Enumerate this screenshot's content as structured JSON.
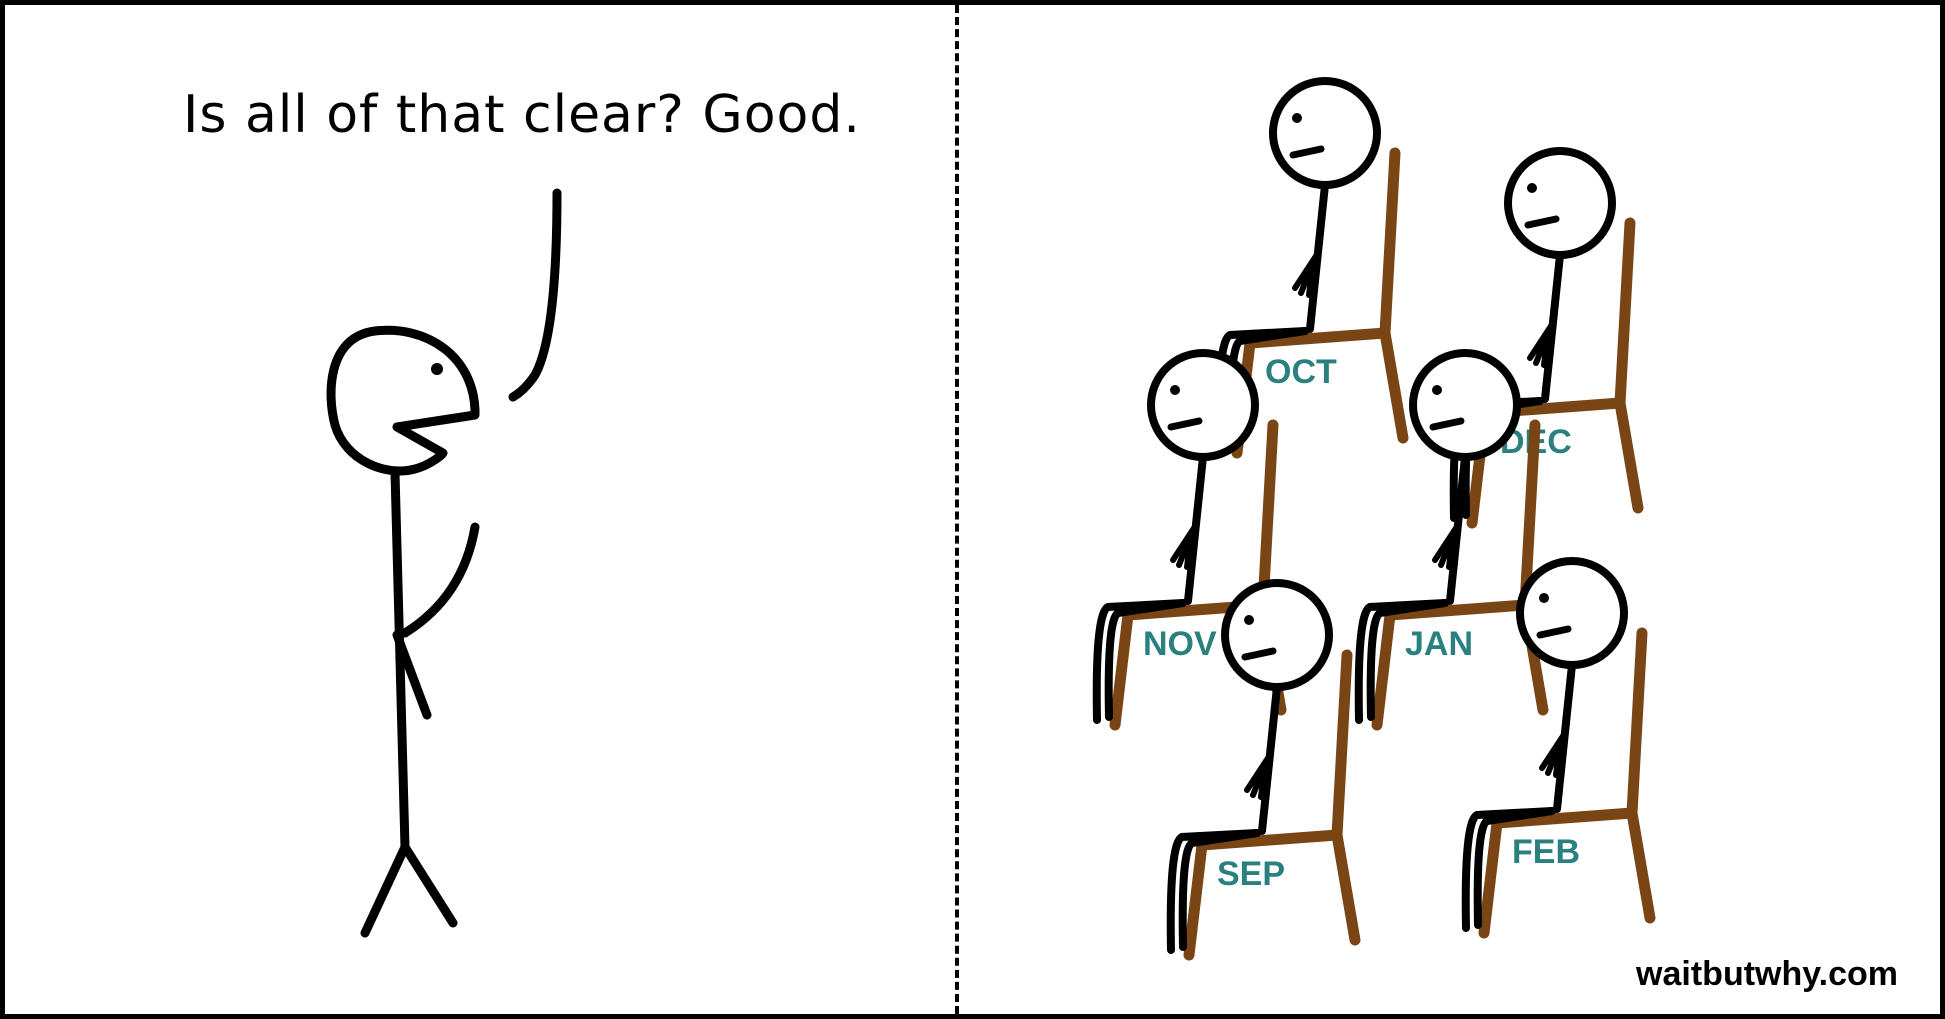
{
  "panel_left": {
    "speech": "Is all of that clear? Good."
  },
  "panel_right": {
    "seats": [
      {
        "label": "OCT"
      },
      {
        "label": "DEC"
      },
      {
        "label": "NOV"
      },
      {
        "label": "JAN"
      },
      {
        "label": "SEP"
      },
      {
        "label": "FEB"
      }
    ]
  },
  "credit": "waitbutwhy.com",
  "colors": {
    "ink": "#000000",
    "chair": "#7a4515",
    "label": "#2a7f7f",
    "background": "#ffffff"
  }
}
